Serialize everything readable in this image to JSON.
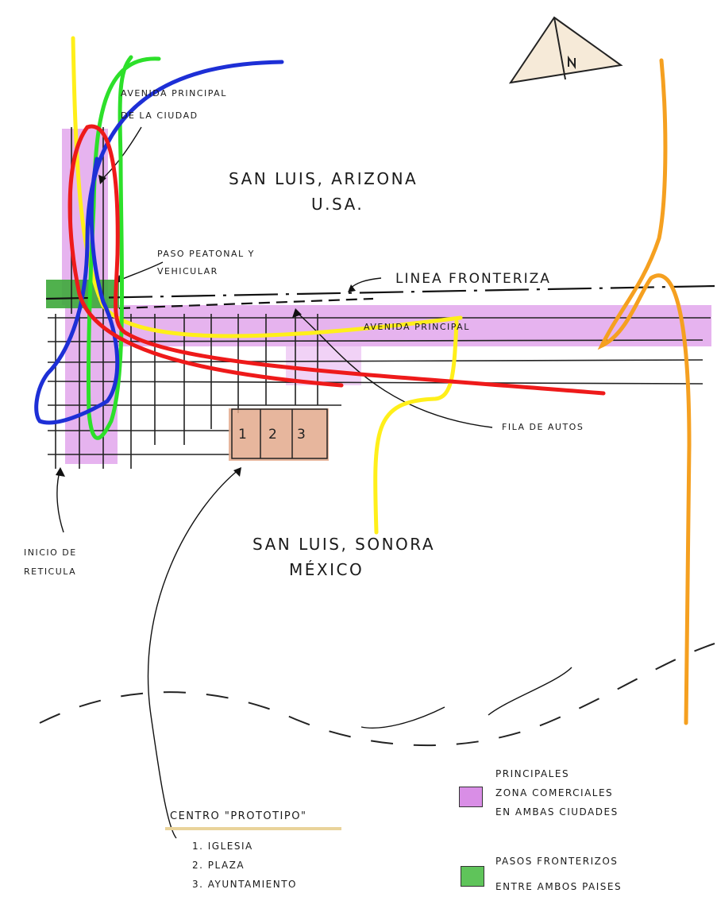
{
  "labels": {
    "avenida_ciudad_1": "AVENIDA PRINCIPAL",
    "avenida_ciudad_2": "DE LA CIUDAD",
    "usa_city": "SAN LUIS, ARIZONA",
    "usa_country": "U.SA.",
    "paso_1": "PASO PEATONAL Y",
    "paso_2": "VEHICULAR",
    "linea": "LINEA FRONTERIZA",
    "avenida_principal": "AVENIDA PRINCIPAL",
    "fila": "FILA DE AUTOS",
    "inicio_1": "INICIO DE",
    "inicio_2": "RETICULA",
    "mx_city": "SAN LUIS, SONORA",
    "mx_country": "MÉXICO"
  },
  "blocks": [
    "1",
    "2",
    "3"
  ],
  "centro": {
    "title": "CENTRO \"PROTOTIPO\"",
    "items": [
      "1. IGLESIA",
      "2. PLAZA",
      "3. AYUNTAMIENTO"
    ]
  },
  "legend": {
    "commercial": {
      "line1": "PRINCIPALES",
      "line2": "ZONA COMERCIALES",
      "line3": "EN AMBAS CIUDADES",
      "color": "#d98ee6"
    },
    "crossing": {
      "line1": "PASOS FRONTERIZOS",
      "line2": "ENTRE AMBOS PAISES",
      "color": "#5fc45a"
    }
  },
  "colors": {
    "commercial_zone": "#e2a6ec",
    "crossing_zone": "#3da83a",
    "blocks_fill": "#e3a98c",
    "stroke_yellow": "#ffef1a",
    "stroke_green": "#2de02a",
    "stroke_blue": "#1d2fd6",
    "stroke_red": "#ee1a1a",
    "stroke_orange": "#f5a020"
  }
}
